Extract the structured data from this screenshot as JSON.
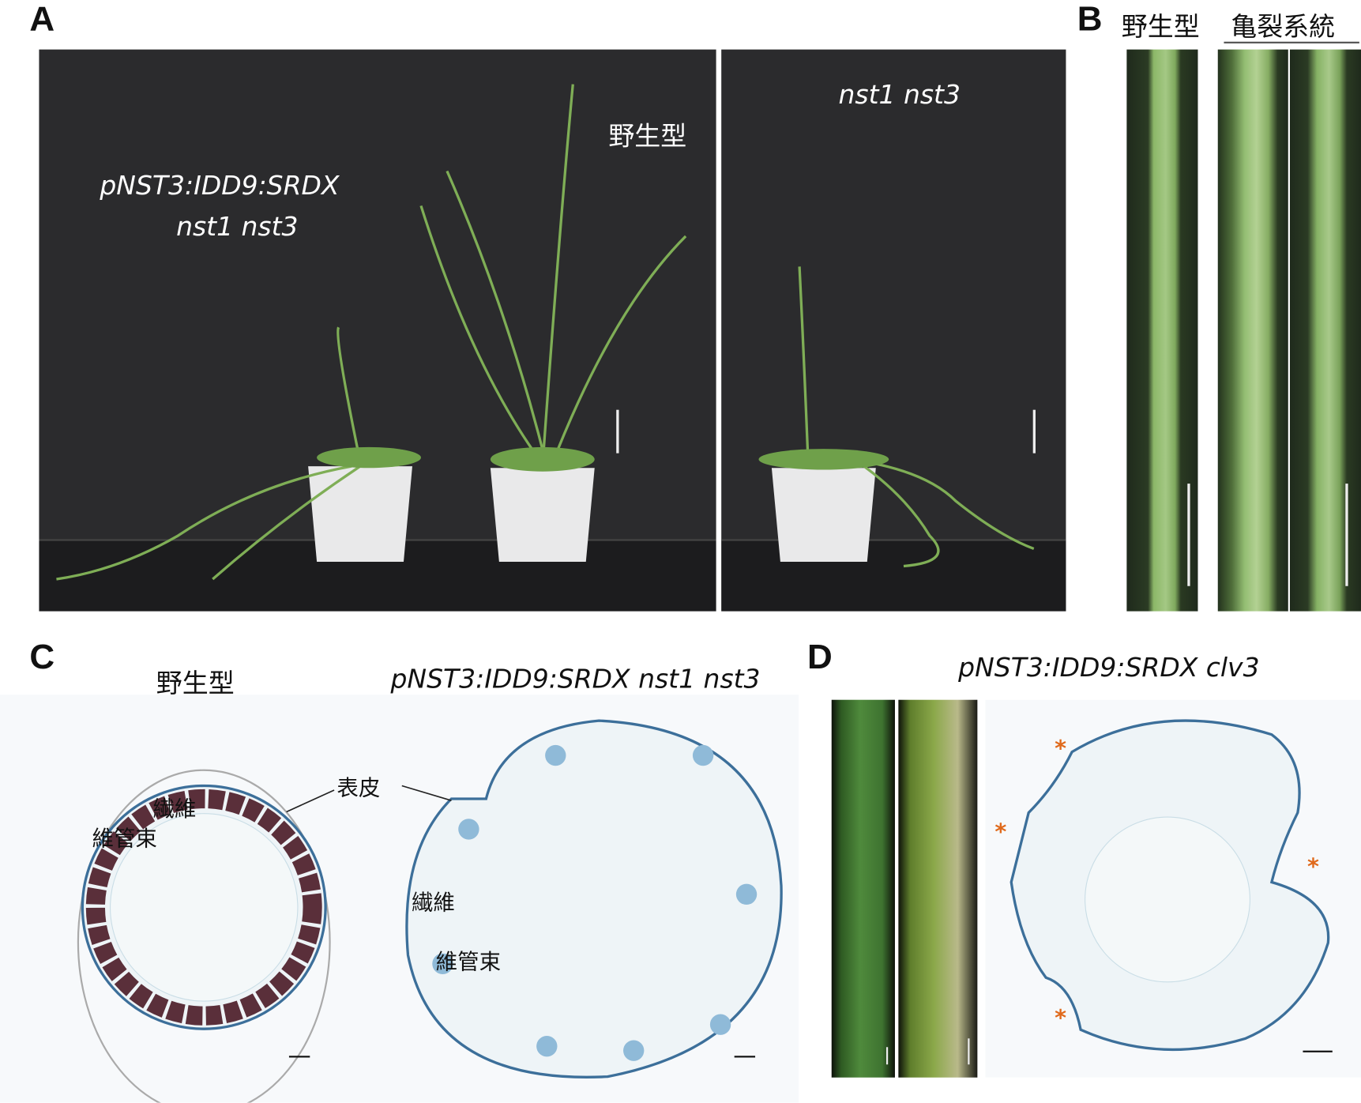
{
  "panels": {
    "A": {
      "label": "A",
      "left_line1": "pNST3:IDD9:SRDX",
      "left_line2": "nst1 nst3",
      "wild_type": "野生型",
      "right_title": "nst1 nst3"
    },
    "B": {
      "label": "B",
      "wild_type": "野生型",
      "cracked_line": "亀裂系統"
    },
    "C": {
      "label": "C",
      "wild_type": "野生型",
      "mutant": "pNST3:IDD9:SRDX nst1 nst3",
      "epidermis": "表皮",
      "fiber": "繊維",
      "vascular_bundle": "維管束",
      "fiber2": "繊維",
      "vascular_bundle2": "維管束"
    },
    "D": {
      "label": "D",
      "title": "pNST3:IDD9:SRDX clv3",
      "asterisk": "*"
    }
  },
  "colors": {
    "background": "#2b2b2d",
    "stem": "#7fae56",
    "stain": "#4d8fc0",
    "fiber": "#5a2f3a",
    "asterisk": "#e06a1c"
  }
}
